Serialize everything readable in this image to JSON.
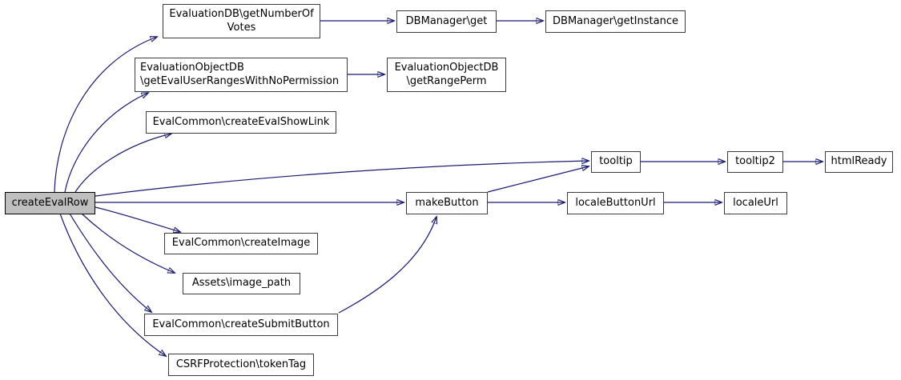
{
  "graph": {
    "root_node": "createEvalRow",
    "colors": {
      "edge": "#191970",
      "node_border": "#3d3d3d",
      "node_fill": "#ffffff",
      "root_fill": "#bfbfbf",
      "text": "#000000"
    },
    "nodes": [
      {
        "id": "createEvalRow",
        "label": "createEvalRow",
        "highlighted": true
      },
      {
        "id": "getNumberOfVotes",
        "label": "EvaluationDB\\getNumberOf\nVotes",
        "highlighted": false
      },
      {
        "id": "get",
        "label": "DBManager\\get",
        "highlighted": false
      },
      {
        "id": "getInstance",
        "label": "DBManager\\getInstance",
        "highlighted": false
      },
      {
        "id": "getEvalUserRangesWithNoPermission",
        "label": "EvaluationObjectDB\n\\getEvalUserRangesWithNoPermission",
        "highlighted": false
      },
      {
        "id": "getRangePerm",
        "label": "EvaluationObjectDB\n\\getRangePerm",
        "highlighted": false
      },
      {
        "id": "createEvalShowLink",
        "label": "EvalCommon\\createEvalShowLink",
        "highlighted": false
      },
      {
        "id": "tooltip",
        "label": "tooltip",
        "highlighted": false
      },
      {
        "id": "tooltip2",
        "label": "tooltip2",
        "highlighted": false
      },
      {
        "id": "htmlReady",
        "label": "htmlReady",
        "highlighted": false
      },
      {
        "id": "makeButton",
        "label": "makeButton",
        "highlighted": false
      },
      {
        "id": "localeButtonUrl",
        "label": "localeButtonUrl",
        "highlighted": false
      },
      {
        "id": "localeUrl",
        "label": "localeUrl",
        "highlighted": false
      },
      {
        "id": "createImage",
        "label": "EvalCommon\\createImage",
        "highlighted": false
      },
      {
        "id": "image_path",
        "label": "Assets\\image_path",
        "highlighted": false
      },
      {
        "id": "createSubmitButton",
        "label": "EvalCommon\\createSubmitButton",
        "highlighted": false
      },
      {
        "id": "tokenTag",
        "label": "CSRFProtection\\tokenTag",
        "highlighted": false
      }
    ],
    "edges": [
      {
        "from": "createEvalRow",
        "to": "getNumberOfVotes"
      },
      {
        "from": "createEvalRow",
        "to": "getEvalUserRangesWithNoPermission"
      },
      {
        "from": "createEvalRow",
        "to": "createEvalShowLink"
      },
      {
        "from": "createEvalRow",
        "to": "tooltip"
      },
      {
        "from": "createEvalRow",
        "to": "makeButton"
      },
      {
        "from": "createEvalRow",
        "to": "createImage"
      },
      {
        "from": "createEvalRow",
        "to": "image_path"
      },
      {
        "from": "createEvalRow",
        "to": "createSubmitButton"
      },
      {
        "from": "createEvalRow",
        "to": "tokenTag"
      },
      {
        "from": "getNumberOfVotes",
        "to": "get"
      },
      {
        "from": "get",
        "to": "getInstance"
      },
      {
        "from": "getEvalUserRangesWithNoPermission",
        "to": "getRangePerm"
      },
      {
        "from": "tooltip",
        "to": "tooltip2"
      },
      {
        "from": "tooltip2",
        "to": "htmlReady"
      },
      {
        "from": "makeButton",
        "to": "tooltip"
      },
      {
        "from": "makeButton",
        "to": "localeButtonUrl"
      },
      {
        "from": "localeButtonUrl",
        "to": "localeUrl"
      },
      {
        "from": "createSubmitButton",
        "to": "makeButton"
      }
    ]
  }
}
